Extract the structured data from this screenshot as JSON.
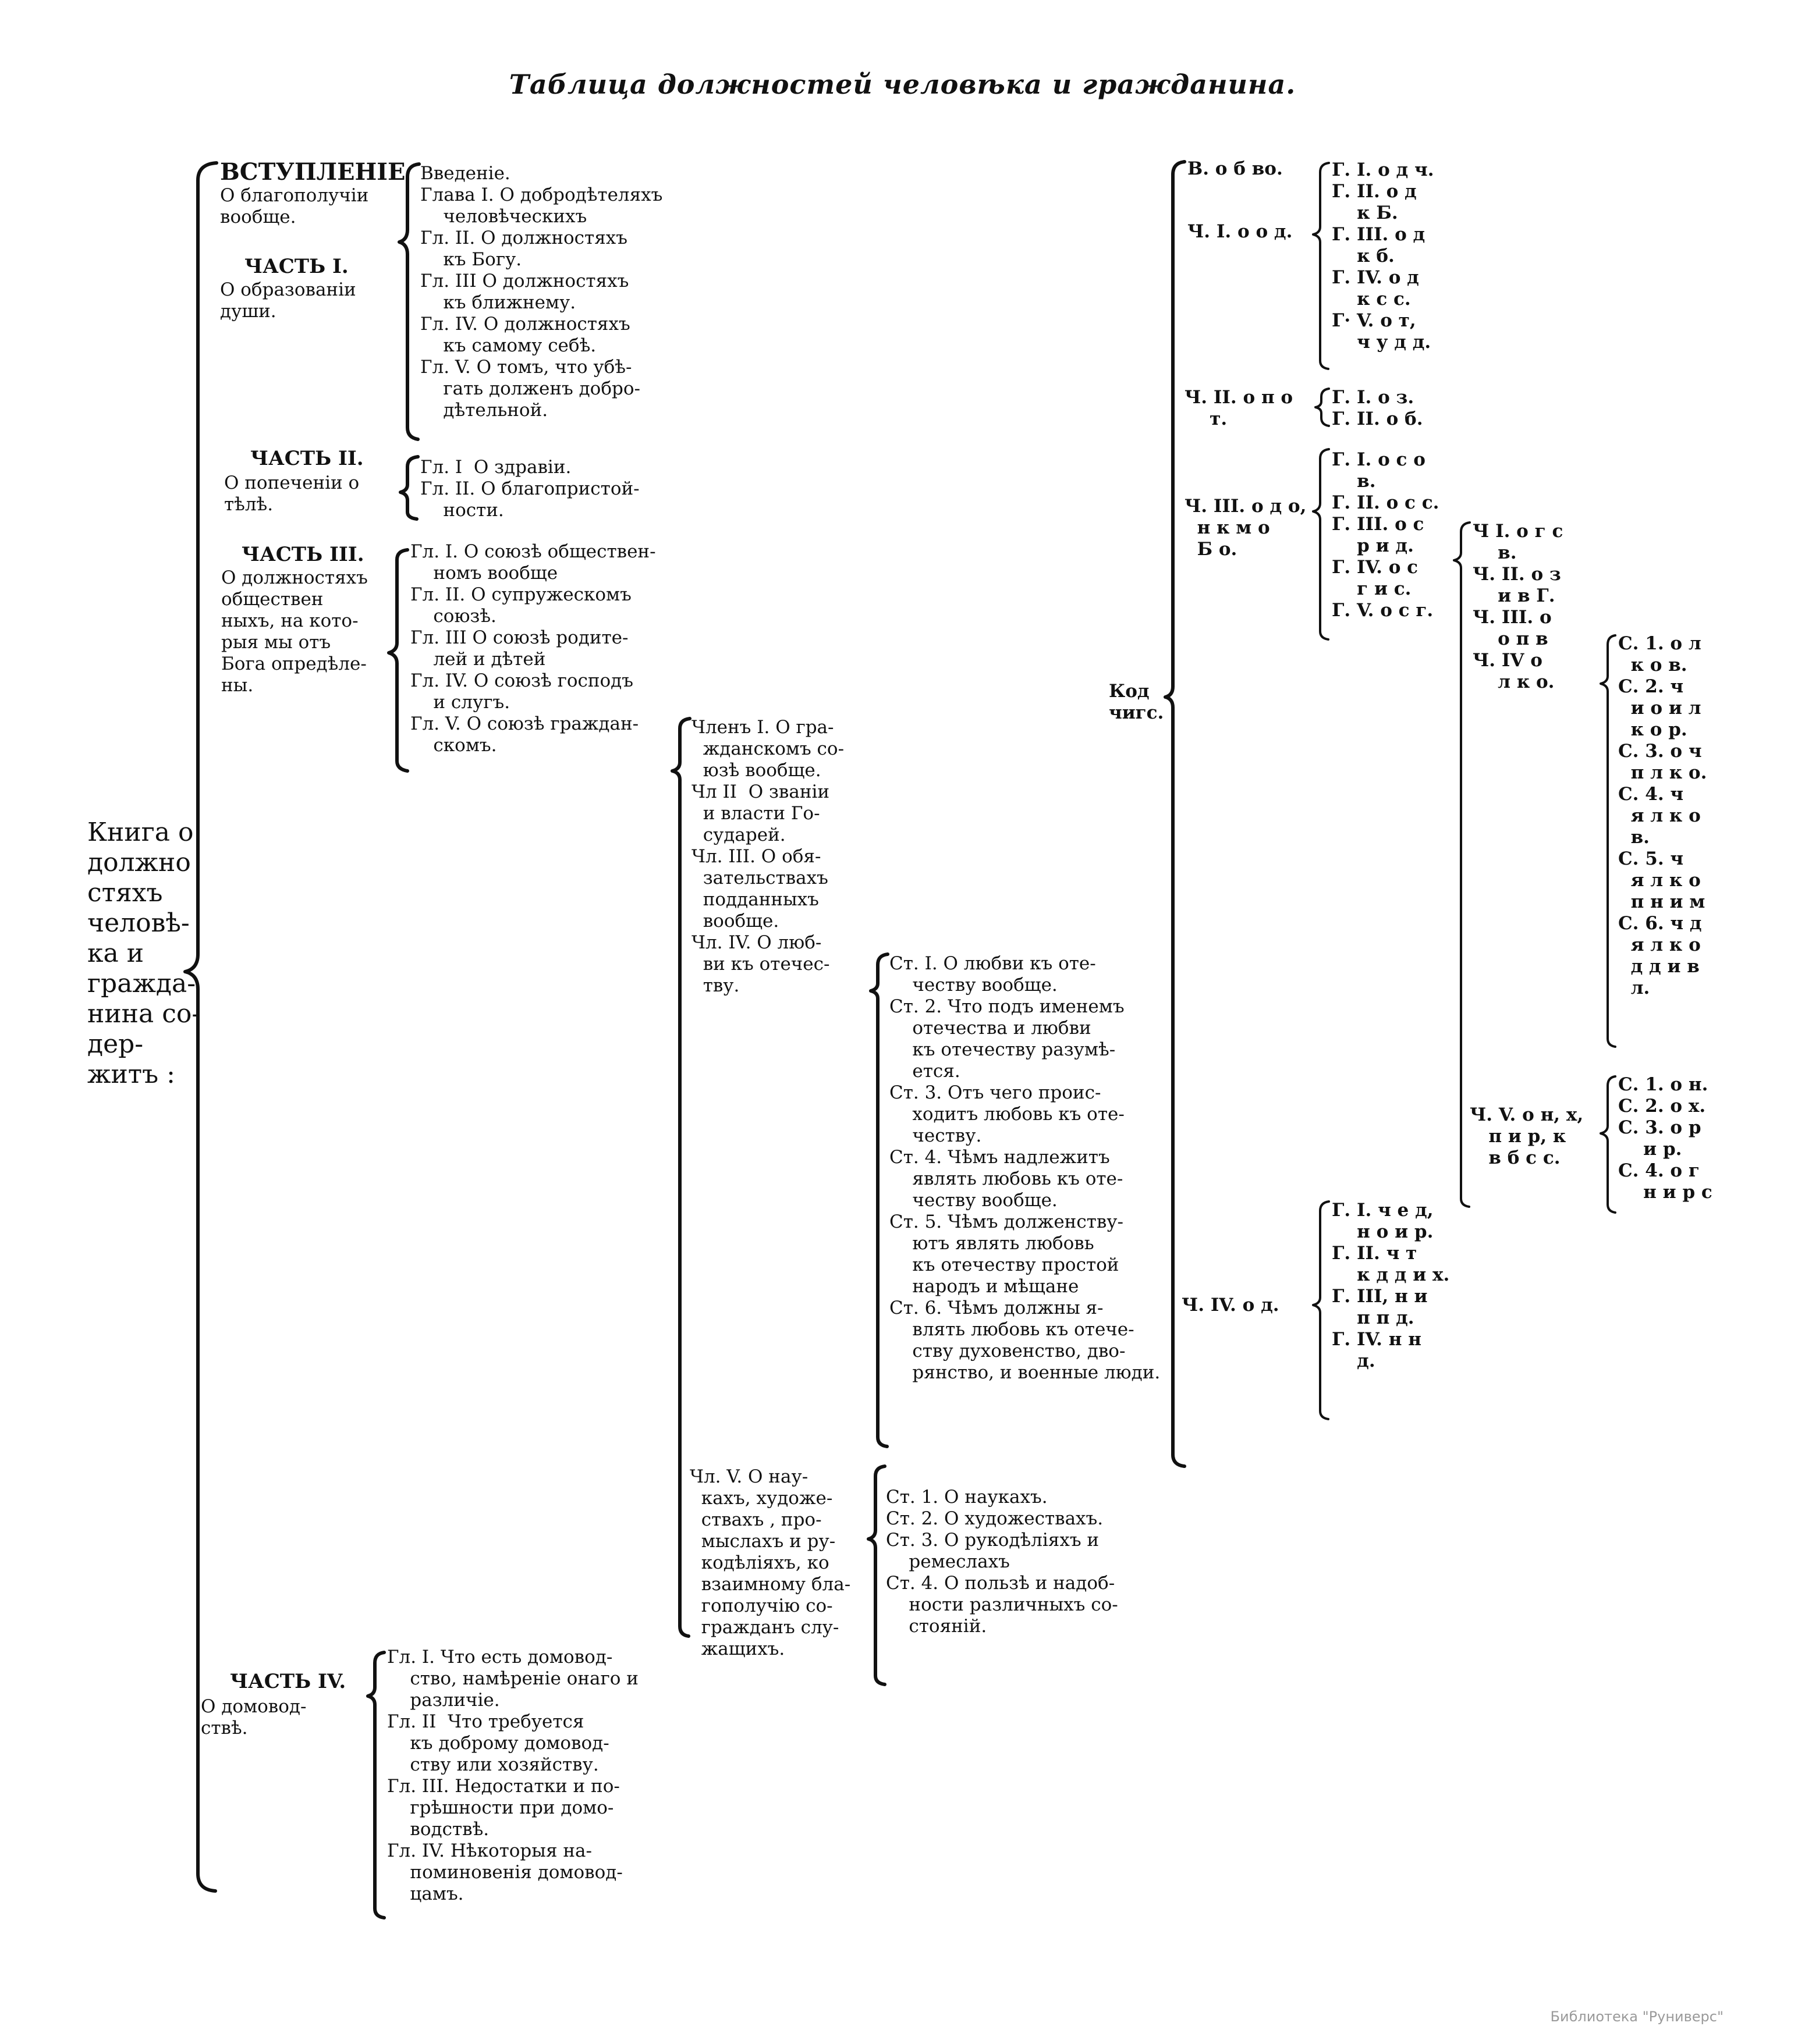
{
  "title": "Таблица должностей человѣка и гражданина.",
  "root_label": "Книга о\nдолжно\nстяхъ\nчеловѣ-\nка и\nгражда-\nнина со-\nдер-\nжитъ :",
  "parts": {
    "intro": {
      "head": "ВСТУПЛЕНІЕ",
      "text": "О благополучіи\nвообще."
    },
    "p1": {
      "head": "ЧАСТЬ I.",
      "text": "О образованіи\nдуши."
    },
    "p2": {
      "head": "ЧАСТЬ II.",
      "text": "О попеченіи о\nтѣлѣ."
    },
    "p3": {
      "head": "ЧАСТЬ III.",
      "text": "О должностяхъ\nобществен\nныхъ, на кото-\nрыя мы отъ\nБога опредѣле-\nны."
    },
    "p4": {
      "head": "ЧАСТЬ IV.",
      "text": "О домовод-\nствѣ."
    }
  },
  "chapters": {
    "p1": "Введеніе.\nГлава I. О добродѣтеляхъ\n    человѣческихъ\nГл. II. О должностяхъ\n    къ Богу.\nГл. III О должностяхъ\n    къ ближнему.\nГл. IV. О должностяхъ\n    къ самому себѣ.\nГл. V. О томъ, что убѣ-\n    гать долженъ добро-\n    дѣтельной.",
    "p2": "Гл. I  О здравіи.\nГл. II. О благопристой-\n    ности.",
    "p3": "Гл. I. О союзѣ обществен-\n    номъ вообще\nГл. II. О супружескомъ\n    союзѣ.\nГл. III О союзѣ родите-\n    лей и дѣтей\nГл. IV. О союзѣ господъ\n    и слугъ.\nГл. V. О союзѣ граждан-\n    скомъ.",
    "p4": "Гл. I. Что есть домовод-\n    ство, намѣреніе онаго и\n    различіе.\nГл. II  Что требуется\n    къ доброму домовод-\n    ству или хозяйству.\nГл. III. Недостатки и по-\n    грѣшности при домо-\n    водствѣ.\nГл. IV. Нѣкоторыя на-\n    поминовенія домовод-\n    цамъ."
  },
  "members": "Членъ I. О гра-\n  жданскомъ со-\n  юзѣ вообще.\nЧл II  О званіи\n  и власти Го-\n  сударей.\nЧл. III. О обя-\n  зательствахъ\n  подданныхъ\n  вообще.\nЧл. IV. О люб-\n  ви къ отечес-\n  тву.",
  "member5": "Чл. V. О нау-\n  кахъ, художе-\n  ствахъ , про-\n  мыслахъ и ру-\n  кодѣліяхъ, ко\n  взаимному бла-\n  гополучію со-\n  гражданъ слу-\n  жащихъ.",
  "articles_love": "Ст. I. О любви къ оте-\n    честву вообще.\nСт. 2. Что подъ именемъ\n    отечества и любви\n    къ отечеству разумѣ-\n    ется.\nСт. 3. Отъ чего проис-\n    ходитъ любовь къ оте-\n    честву.\nСт. 4. Чѣмъ надлежитъ\n    являть любовь къ оте-\n    честву вообще.\nСт. 5. Чѣмъ долженству-\n    ютъ являть любовь\n    къ отечеству простой\n    народъ и мѣщане\nСт. 6. Чѣмъ должны я-\n    влять любовь къ отече-\n    ству духовенство, дво-\n    рянство, и военные люди.",
  "articles_sciences": "Ст. 1. О наукахъ.\nСт. 2. О художествахъ.\nСт. 3. О рукодѣліяхъ и\n    ремеслахъ\nСт. 4. О пользѣ и надоб-\n    ности различныхъ со-\n    стояній.",
  "right": {
    "kod": "Код\nчигс.",
    "b": "В. о б во.",
    "ch1": "Ч. I. о о д.",
    "ch1_items": "Г. I. о д ч.\nГ. II. о д\n    к Б.\nГ. III. о д\n    к б.\nГ. IV. о д\n    к с с.\nГ· V. о т,\n    ч у д д.",
    "ch2": "Ч. II. о п о\n    т.",
    "ch2_items": "Г. I. о з.\nГ. II. о б.",
    "ch3": "Ч. III. о д о,\n  н к м о\n  Б о.",
    "ch3_items": "Г. I. о с о\n    в.\nГ. II. о с с.\nГ. III. о с\n    р и д.\nГ. IV. о с\n    г и с.\nГ. V. о с г.",
    "ch3_sub": "Ч I. о г с\n    в.\nЧ. II. о з\n    и в Г.\nЧ. III. о\n    о п в\nЧ. IV о\n    л к о.",
    "ch3_sub_items": "С. 1. о л\n  к о в.\nС. 2. ч\n  и о и л\n  к о р.\nС. 3. о ч\n  п л к о.\nС. 4. ч\n  я л к о\n  в.\nС. 5. ч\n  я л к о\n  п н и м\nС. 6. ч д\n  я л к о\n  д д и в\n  л.",
    "ch3_v": "Ч. V. о н, х,\n   п и р, к\n   в б с с.",
    "ch3_v_items": "С. 1. о н.\nС. 2. о х.\nС. 3. о р\n    и р.\nС. 4. о г\n    н и р с",
    "ch4": "Ч. IV. о д.",
    "ch4_items": "Г. I. ч е д,\n    н о и р.\nГ. II. ч т\n    к д д и х.\nГ. III, н и\n    п п д.\nГ. IV. н н\n    д."
  },
  "credit": "Библиотека \"Руниверс\""
}
